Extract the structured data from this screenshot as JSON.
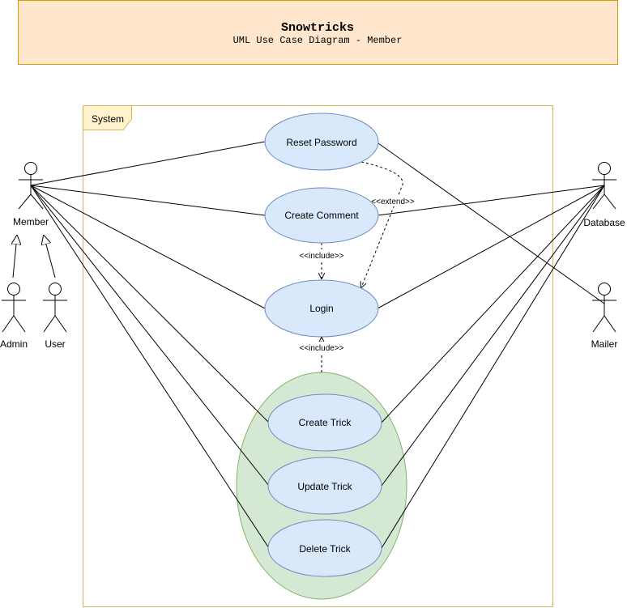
{
  "header": {
    "title": "Snowtricks",
    "subtitle": "UML Use Case Diagram - Member"
  },
  "system": {
    "label": "System"
  },
  "actors": {
    "member": "Member",
    "admin": "Admin",
    "user": "User",
    "database": "Database",
    "mailer": "Mailer"
  },
  "use_cases": {
    "reset_password": "Reset Password",
    "create_comment": "Create Comment",
    "login": "Login",
    "create_trick": "Create Trick",
    "update_trick": "Update Trick",
    "delete_trick": "Delete Trick"
  },
  "relations": {
    "extend": "<<extend>>",
    "include_comment": "<<include>>",
    "include_trick": "<<include>>"
  },
  "colors": {
    "header_fill": "#ffe6cc",
    "header_stroke": "#d79b00",
    "system_stroke": "#d6b656",
    "system_tab_fill": "#fff2cc",
    "usecase_fill": "#dae8fc",
    "usecase_stroke": "#6c8ebf",
    "group_fill": "#d5e8d4",
    "group_stroke": "#82b366"
  }
}
